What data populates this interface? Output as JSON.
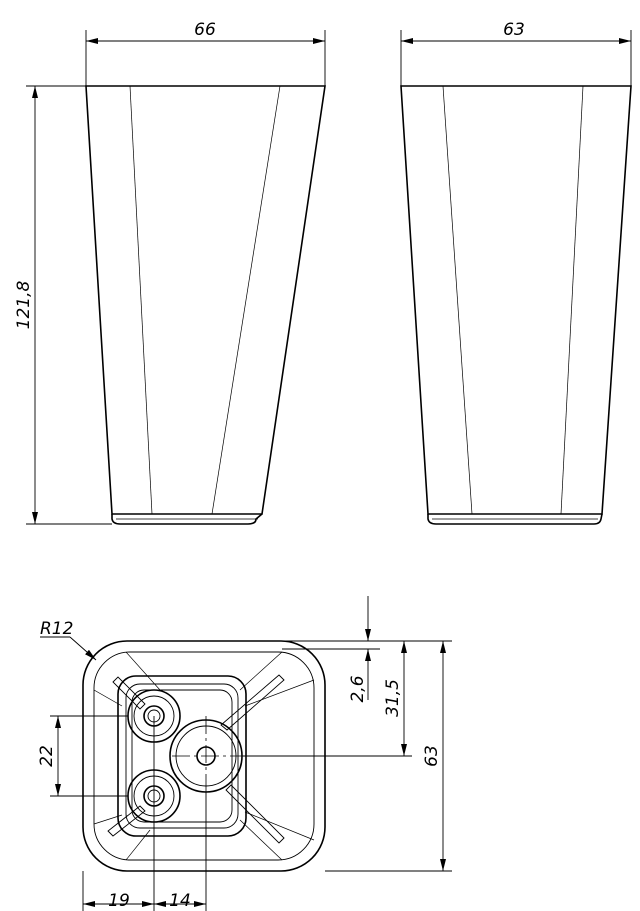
{
  "front_view": {
    "width_label": "66",
    "height_label": "121,8"
  },
  "side_view": {
    "width_label": "63"
  },
  "bottom_view": {
    "radius_label": "R12",
    "dim_top_offset": "2,6",
    "dim_center_offset": "31,5",
    "dim_total_height": "63",
    "dim_hole_spacing": "22",
    "dim_left_offset": "19",
    "dim_center_spacing": "14"
  }
}
